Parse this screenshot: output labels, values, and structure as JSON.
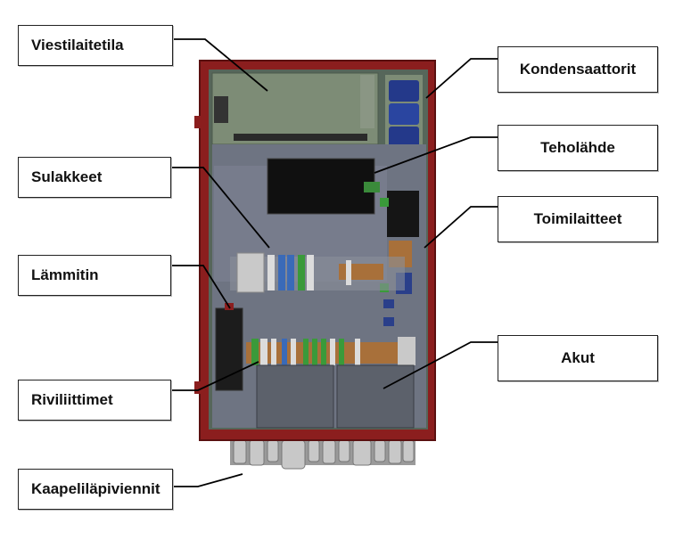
{
  "labels": {
    "viestilaitetila": "Viestilaitetila",
    "kondensaattorit": "Kondensaattorit",
    "teholahde": "Teholähde",
    "sulakkeet": "Sulakkeet",
    "toimilaitteet": "Toimilaitteet",
    "lammitin": "Lämmitin",
    "akut": "Akut",
    "riviliittimet": "Riviliittimet",
    "kaapelilapiviennit": "Kaapeliläpiviennit"
  },
  "colors": {
    "frame": "#8b1e1e",
    "panel": "#5a6a55",
    "board": "#7e8a7e",
    "inner": "#6e7380",
    "dark": "#1a1a1a",
    "capacitor": "#2a3f8a",
    "terminal_green": "#3a9a3a",
    "terminal_blue": "#3a6ab8",
    "copper": "#a8703a"
  }
}
